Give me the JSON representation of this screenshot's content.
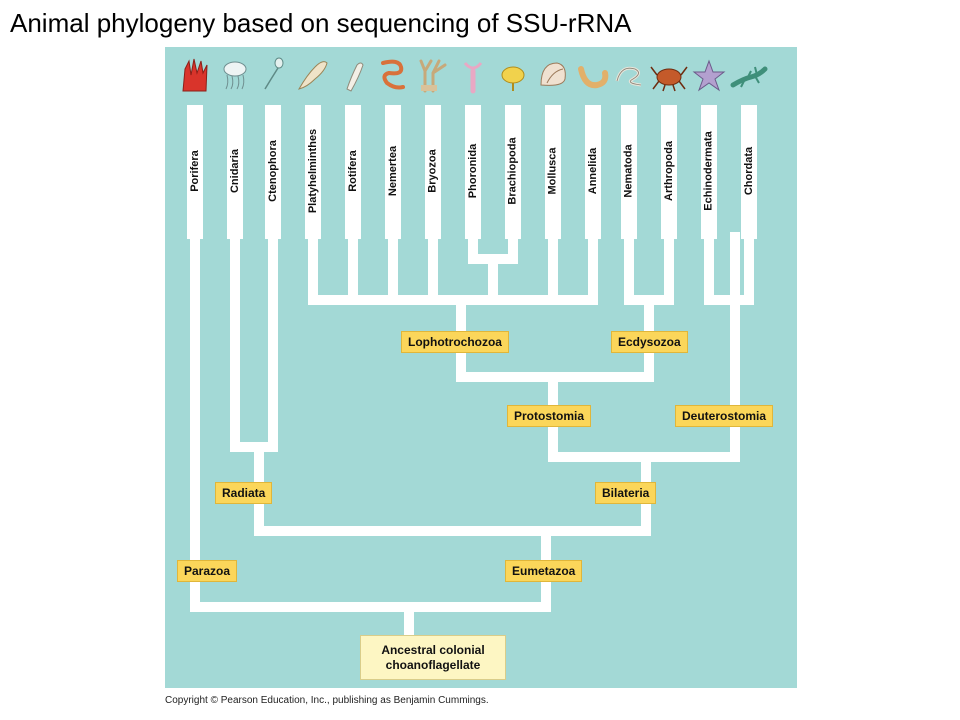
{
  "title": "Animal phylogeny based on sequencing of SSU-rRNA",
  "taxa": [
    "Porifera",
    "Cnidaria",
    "Ctenophora",
    "Platyhelminthes",
    "Rotifera",
    "Nemertea",
    "Bryozoa",
    "Phoronida",
    "Brachiopoda",
    "Mollusca",
    "Annelida",
    "Nematoda",
    "Arthropoda",
    "Echinodermata",
    "Chordata"
  ],
  "clades": {
    "lophotrochozoa": "Lophotrochozoa",
    "ecdysozoa": "Ecdysozoa",
    "protostomia": "Protostomia",
    "deuterostomia": "Deuterostomia",
    "radiata": "Radiata",
    "bilateria": "Bilateria",
    "parazoa": "Parazoa",
    "eumetazoa": "Eumetazoa"
  },
  "root": {
    "line1": "Ancestral colonial",
    "line2": "choanoflagellate"
  },
  "copyright": "Copyright © Pearson Education, Inc., publishing as Benjamin Cummings.",
  "colors": {
    "background": "#a3d9d6",
    "branch": "#ffffff",
    "clade_box": "#fbd65a",
    "root_box": "#fdf6c3"
  }
}
